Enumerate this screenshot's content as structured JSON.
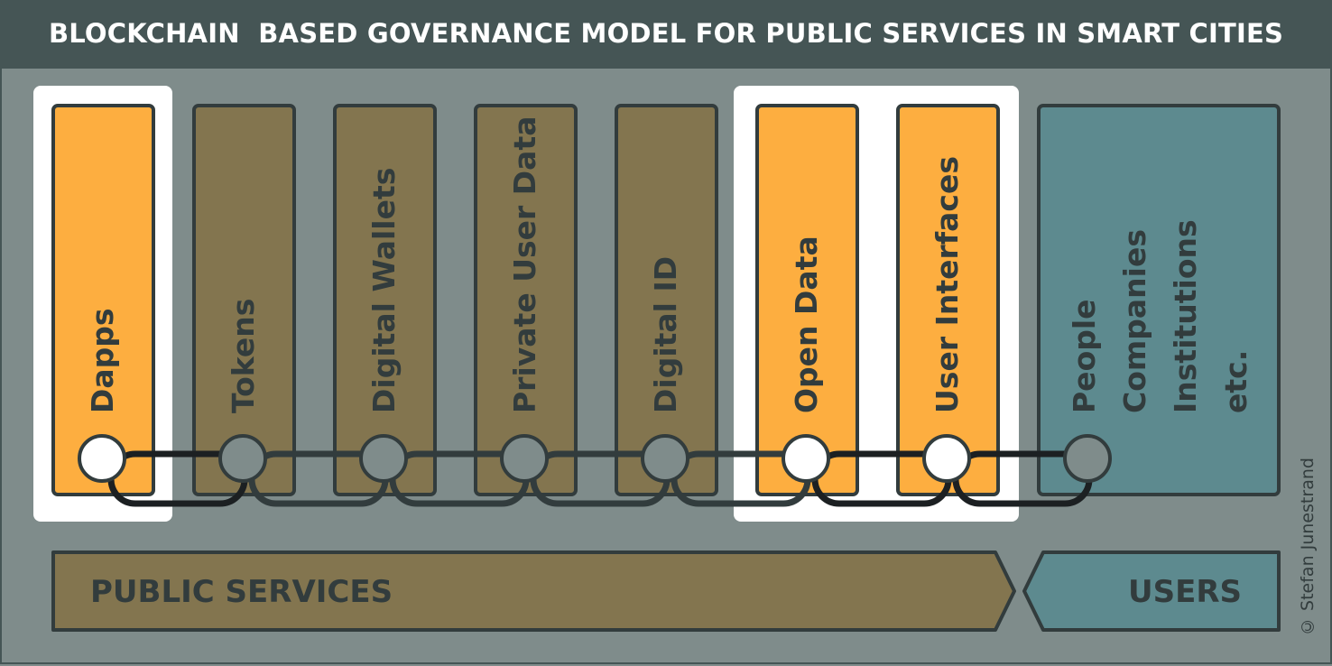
{
  "title": "BLOCKCHAIN  BASED GOVERNANCE MODEL FOR PUBLIC SERVICES IN SMART CITIES",
  "columns": [
    {
      "label": "Dapps",
      "color": "orange",
      "highlighted": true
    },
    {
      "label": "Tokens",
      "color": "brown",
      "highlighted": false
    },
    {
      "label": "Digital Wallets",
      "color": "brown",
      "highlighted": false
    },
    {
      "label": "Private User Data",
      "color": "brown",
      "highlighted": false
    },
    {
      "label": "Digital ID",
      "color": "brown",
      "highlighted": false
    },
    {
      "label": "Open Data",
      "color": "orange",
      "highlighted": true
    },
    {
      "label": "User Interfaces",
      "color": "orange",
      "highlighted": true
    }
  ],
  "users_column": {
    "lines": [
      "People",
      "Companies",
      "Institutions",
      "etc."
    ]
  },
  "public_services": "PUBLIC SERVICES",
  "users": "USERS",
  "copyright": "© Stefan Junestrand",
  "colors": {
    "orange": "#fdae40",
    "brown": "#83754f",
    "teal": "#5d8a8f",
    "dark": "#323c3d",
    "background": "#7f8c8b",
    "title_bar": "#455555"
  }
}
